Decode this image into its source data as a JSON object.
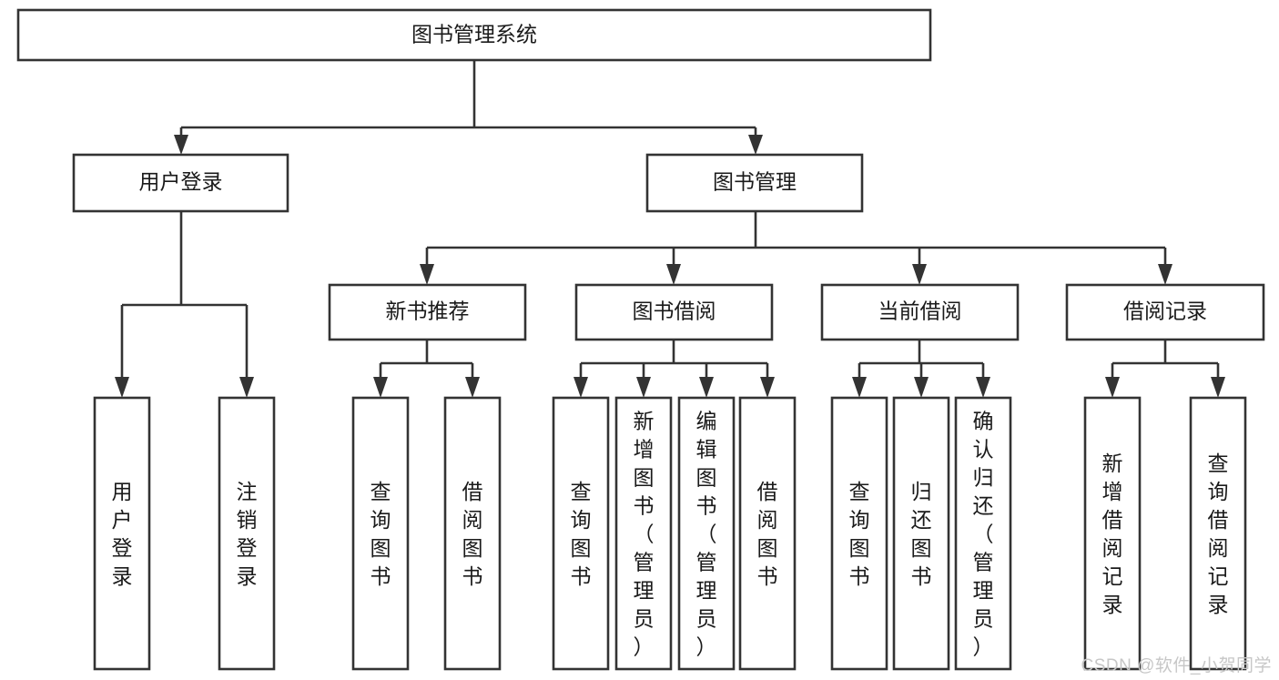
{
  "diagram": {
    "type": "tree",
    "title_node": {
      "label": "图书管理系统"
    },
    "nodes": [
      {
        "id": "root",
        "label": "图书管理系统",
        "level": 0,
        "orientation": "horizontal"
      },
      {
        "id": "login",
        "label": "用户登录",
        "level": 1,
        "orientation": "horizontal"
      },
      {
        "id": "bookmgmt",
        "label": "图书管理",
        "level": 1,
        "orientation": "horizontal"
      },
      {
        "id": "newbook",
        "label": "新书推荐",
        "level": 2,
        "orientation": "horizontal"
      },
      {
        "id": "borrow",
        "label": "图书借阅",
        "level": 2,
        "orientation": "horizontal"
      },
      {
        "id": "current",
        "label": "当前借阅",
        "level": 2,
        "orientation": "horizontal"
      },
      {
        "id": "record",
        "label": "借阅记录",
        "level": 2,
        "orientation": "horizontal"
      },
      {
        "id": "leaf1",
        "label": "用户登录",
        "level": 3,
        "orientation": "vertical",
        "parent": "login"
      },
      {
        "id": "leaf2",
        "label": "注销登录",
        "level": 3,
        "orientation": "vertical",
        "parent": "login"
      },
      {
        "id": "leaf3",
        "label": "查询图书",
        "level": 3,
        "orientation": "vertical",
        "parent": "newbook"
      },
      {
        "id": "leaf4",
        "label": "借阅图书",
        "level": 3,
        "orientation": "vertical",
        "parent": "newbook"
      },
      {
        "id": "leaf5",
        "label": "查询图书",
        "level": 3,
        "orientation": "vertical",
        "parent": "borrow"
      },
      {
        "id": "leaf6",
        "label": "新增图书（管理员）",
        "level": 3,
        "orientation": "vertical",
        "parent": "borrow"
      },
      {
        "id": "leaf7",
        "label": "编辑图书（管理员）",
        "level": 3,
        "orientation": "vertical",
        "parent": "borrow"
      },
      {
        "id": "leaf8",
        "label": "借阅图书",
        "level": 3,
        "orientation": "vertical",
        "parent": "borrow"
      },
      {
        "id": "leaf9",
        "label": "查询图书",
        "level": 3,
        "orientation": "vertical",
        "parent": "current"
      },
      {
        "id": "leaf10",
        "label": "归还图书",
        "level": 3,
        "orientation": "vertical",
        "parent": "current"
      },
      {
        "id": "leaf11",
        "label": "确认归还（管理员）",
        "level": 3,
        "orientation": "vertical",
        "parent": "current"
      },
      {
        "id": "leaf12",
        "label": "新增借阅记录",
        "level": 3,
        "orientation": "vertical",
        "parent": "record"
      },
      {
        "id": "leaf13",
        "label": "查询借阅记录",
        "level": 3,
        "orientation": "vertical",
        "parent": "record"
      }
    ],
    "edges": [
      {
        "from": "root",
        "to": "login"
      },
      {
        "from": "root",
        "to": "bookmgmt"
      },
      {
        "from": "bookmgmt",
        "to": "newbook"
      },
      {
        "from": "bookmgmt",
        "to": "borrow"
      },
      {
        "from": "bookmgmt",
        "to": "current"
      },
      {
        "from": "bookmgmt",
        "to": "record"
      },
      {
        "from": "login",
        "to": "leaf1"
      },
      {
        "from": "login",
        "to": "leaf2"
      },
      {
        "from": "newbook",
        "to": "leaf3"
      },
      {
        "from": "newbook",
        "to": "leaf4"
      },
      {
        "from": "borrow",
        "to": "leaf5"
      },
      {
        "from": "borrow",
        "to": "leaf6"
      },
      {
        "from": "borrow",
        "to": "leaf7"
      },
      {
        "from": "borrow",
        "to": "leaf8"
      },
      {
        "from": "current",
        "to": "leaf9"
      },
      {
        "from": "current",
        "to": "leaf10"
      },
      {
        "from": "current",
        "to": "leaf11"
      },
      {
        "from": "record",
        "to": "leaf12"
      },
      {
        "from": "record",
        "to": "leaf13"
      }
    ],
    "colors": {
      "box_fill": "#ffffff",
      "box_stroke": "#333333",
      "text": "#1a1a1a",
      "watermark": "#c7c7c7"
    }
  },
  "watermark": {
    "text": "CSDN @软件_小贺同学"
  }
}
